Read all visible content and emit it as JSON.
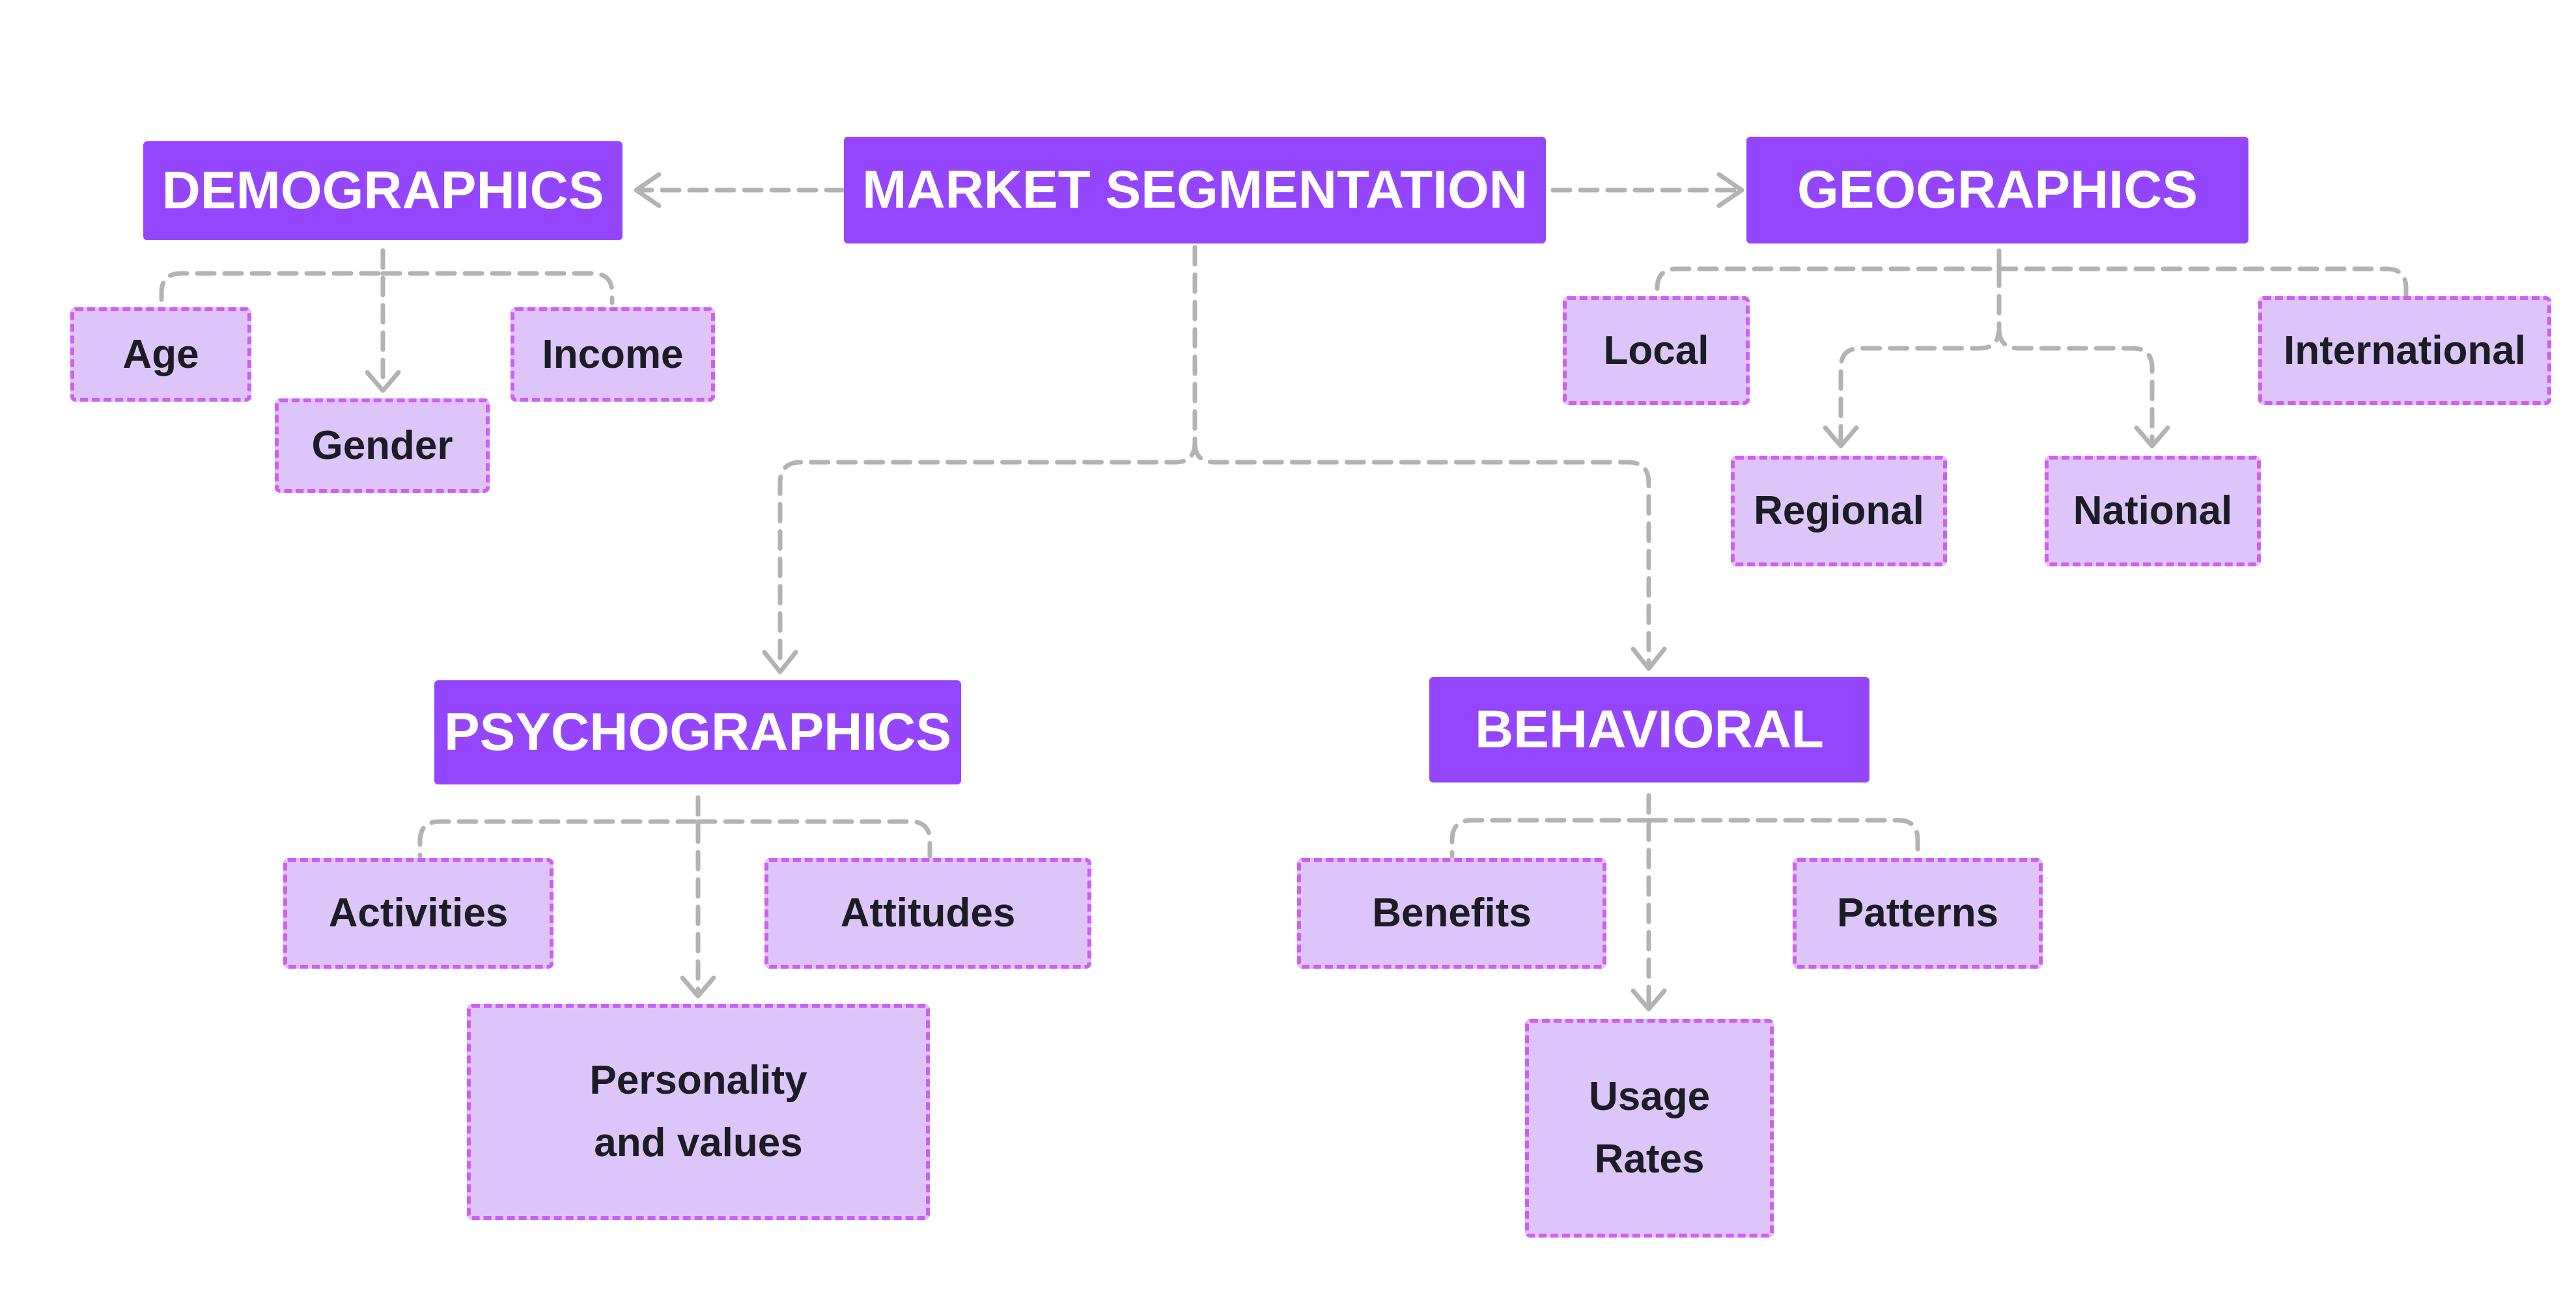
{
  "diagram": {
    "root": "MARKET SEGMENTATION",
    "categories": [
      {
        "label": "DEMOGRAPHICS",
        "items": [
          "Age",
          "Gender",
          "Income"
        ]
      },
      {
        "label": "GEOGRAPHICS",
        "items": [
          "Local",
          "Regional",
          "National",
          "International"
        ]
      },
      {
        "label": "PSYCHOGRAPHICS",
        "items": [
          "Activities",
          "Personality\nand values",
          "Attitudes"
        ]
      },
      {
        "label": "BEHAVIORAL",
        "items": [
          "Benefits",
          "Usage\nRates",
          "Patterns"
        ]
      }
    ]
  },
  "colors": {
    "primary_fill": "#9346fd",
    "secondary_fill": "#ddc5f9",
    "secondary_border": "#cf5ef7",
    "connector": "#b3b3b3"
  }
}
